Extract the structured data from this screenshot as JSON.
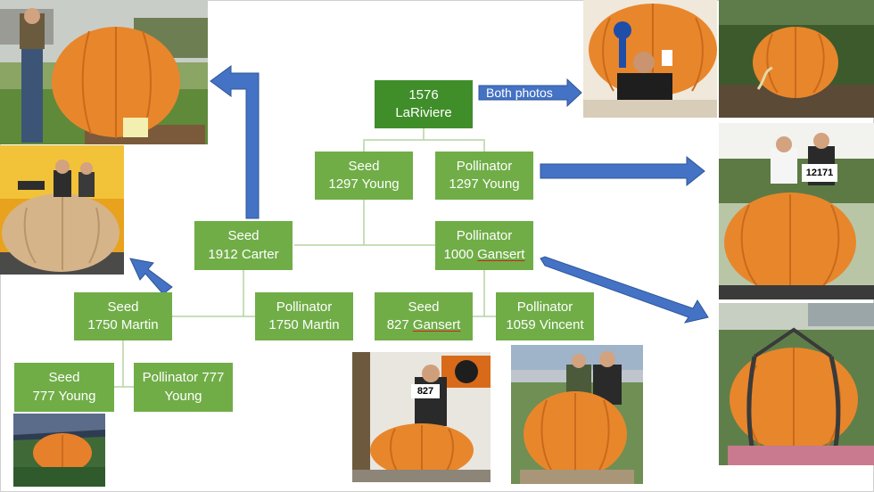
{
  "colors": {
    "node_fill": "#70ad47",
    "node_fill_root": "#3f8e2a",
    "arrow_fill": "#4472c4",
    "connector": "#b5d3a0",
    "pumpkin": "#e8862c"
  },
  "root": {
    "line1": "1576",
    "line2": "LaRiviere"
  },
  "arrow_label": "Both photos",
  "nodes": {
    "seed_1297": {
      "line1": "Seed",
      "line2": "1297 Young"
    },
    "pollinator_1297": {
      "line1": "Pollinator",
      "line2": "1297 Young"
    },
    "seed_1912": {
      "line1": "Seed",
      "line2": "1912 Carter"
    },
    "pollinator_1000": {
      "line1": "Pollinator",
      "line2a": "1000 ",
      "line2b": "Gansert"
    },
    "seed_1750": {
      "line1": "Seed",
      "line2": "1750 Martin"
    },
    "pollinator_1750": {
      "line1": "Pollinator",
      "line2": "1750 Martin"
    },
    "seed_827": {
      "line1": "Seed",
      "line2a": "827 ",
      "line2b": "Gansert"
    },
    "pollinator_1059": {
      "line1": "Pollinator",
      "line2": "1059 Vincent"
    },
    "seed_777": {
      "line1": "Seed",
      "line2": "777 Young"
    },
    "pollinator_777": {
      "line1": "Pollinator 777",
      "line2": "Young"
    }
  },
  "photo_tags": {
    "tag_827": "827",
    "tag_12171": "12171"
  }
}
